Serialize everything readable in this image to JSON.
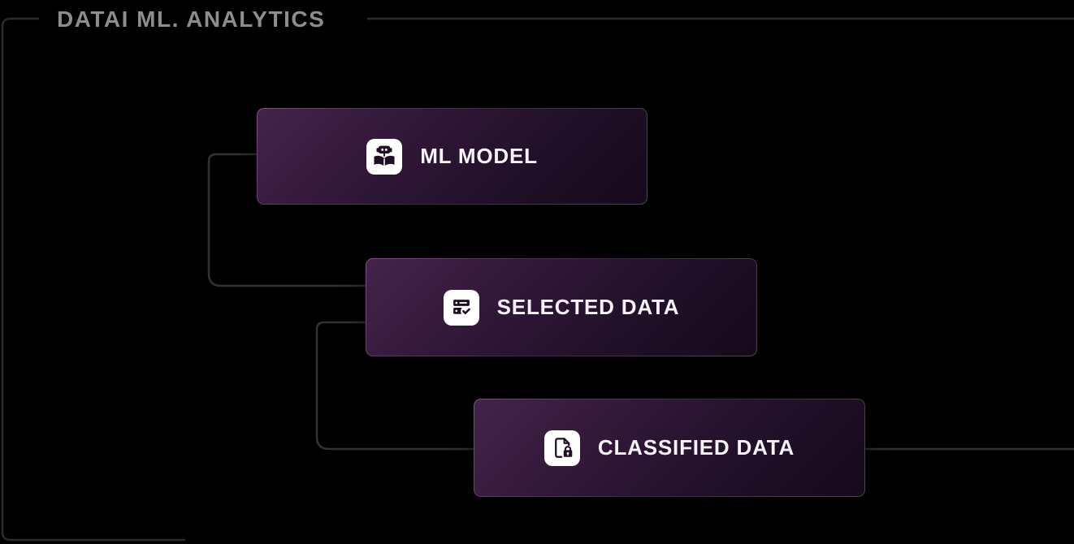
{
  "frame": {
    "title": "DATAI ML. ANALYTICS"
  },
  "nodes": [
    {
      "id": "ml-model",
      "label": "ML MODEL",
      "icon": "robot-reading-icon"
    },
    {
      "id": "selected-data",
      "label": "SELECTED DATA",
      "icon": "server-check-icon"
    },
    {
      "id": "classified-data",
      "label": "CLASSIFIED DATA",
      "icon": "document-lock-icon"
    }
  ],
  "colors": {
    "background": "#000000",
    "frame_border": "#2b2b2b",
    "connector": "#323232",
    "title_text": "#8d8d8d",
    "card_gradient_top": "#43244a",
    "card_gradient_bottom": "#170a1b",
    "card_edge_accent": "#8a4a96",
    "icon_background": "#ffffff",
    "icon_glyph": "#1f0f24",
    "label_text": "#f7f2f8"
  }
}
